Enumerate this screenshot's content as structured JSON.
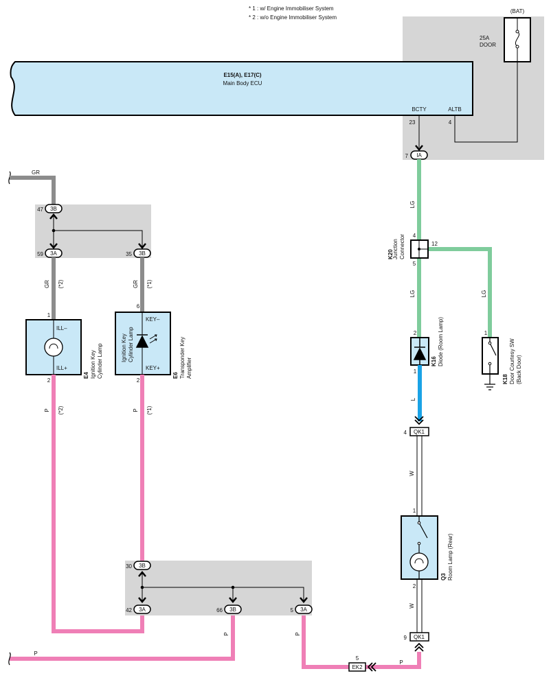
{
  "notes": {
    "n1": "* 1 : w/ Engine Immobiliser System",
    "n2": "* 2 : w/o Engine Immobiliser System"
  },
  "ecu": {
    "title": "E15(A), E17(C)",
    "name": "Main Body ECU",
    "pin_bcty": "BCTY",
    "pin_altb": "ALTB",
    "pin_bcty_num": "23",
    "pin_altb_num": "4"
  },
  "battery": {
    "label": "(BAT)",
    "fuse_amp": "25A",
    "fuse_name": "DOOR"
  },
  "connectors": {
    "ia": {
      "code": "IA",
      "pin": "7"
    },
    "top_3b": {
      "code": "3B",
      "pin": "47"
    },
    "left_3a": {
      "code": "3A",
      "pin": "59"
    },
    "left_3b": {
      "code": "3B",
      "pin": "35"
    },
    "bot_3b_top": {
      "code": "3B",
      "pin": "30"
    },
    "bot_3a_left": {
      "code": "3A",
      "pin": "42"
    },
    "bot_3b_mid": {
      "code": "3B",
      "pin": "66"
    },
    "bot_3a_right": {
      "code": "3A",
      "pin": "5"
    },
    "qk1_top": {
      "code": "QK1",
      "pin": "4"
    },
    "qk1_bot": {
      "code": "QK1",
      "pin": "9"
    },
    "ek2": {
      "code": "EK2",
      "pin": "5"
    }
  },
  "wires": {
    "gr": "GR",
    "lg": "LG",
    "l": "L",
    "w": "W",
    "p": "P",
    "star1": "(*1)",
    "star2": "(*2)"
  },
  "components": {
    "e4": {
      "code": "E4",
      "name1": "Ignition Key",
      "name2": "Cylinder Lamp",
      "pin_top": "1",
      "pin_bot": "2",
      "term_top": "ILL–",
      "term_bot": "ILL+"
    },
    "e6": {
      "code": "E6",
      "name1": "Transponder Key",
      "name2": "Amplifier",
      "inner1": "Ignition Key",
      "inner2": "Cylinder Lamp",
      "pin_top": "6",
      "pin_bot": "2",
      "term_top": "KEY–",
      "term_bot": "KEY+"
    },
    "k20": {
      "code": "K20",
      "name1": "Junction",
      "name2": "Connector",
      "pin_top": "4",
      "pin_bot": "5",
      "pin_right": "12"
    },
    "k16": {
      "code": "K16",
      "name": "Diode (Room Lamp)",
      "pin_top": "2",
      "pin_bot": "1"
    },
    "k18": {
      "code": "K18",
      "name1": "Door Courtesy SW",
      "name2": "(Back Door)",
      "pin_top": "1"
    },
    "q3": {
      "code": "Q3",
      "name": "Room Lamp (Rear)",
      "pin_top": "1",
      "pin_bot": "2"
    }
  },
  "colors": {
    "ecu_fill": "#c9e8f7",
    "gray_region": "#d6d6d6",
    "wire_gr": "#8c8c8c",
    "wire_lg": "#7fcc9c",
    "wire_l": "#1aa3e6",
    "wire_p": "#ef7fb6"
  }
}
